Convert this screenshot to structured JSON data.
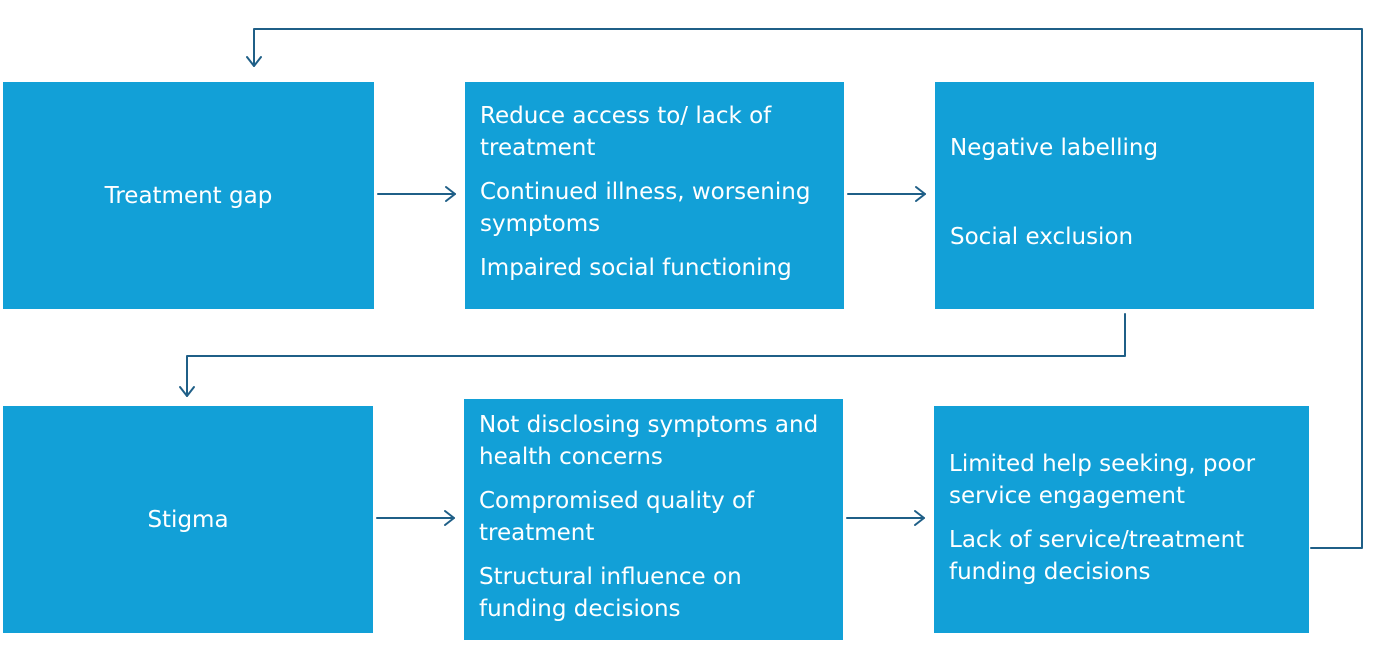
{
  "colors": {
    "box_fill": "#12a0d7",
    "box_text": "#ffffff",
    "connector": "#1f5f87"
  },
  "nodes": {
    "treatment_gap": {
      "label": "Treatment gap"
    },
    "consequences": {
      "items": [
        "Reduce access to/ lack of treatment",
        "Continued illness, worsening symptoms",
        "Impaired social functioning"
      ]
    },
    "labelling": {
      "items": [
        "Negative labelling",
        "Social exclusion"
      ]
    },
    "stigma": {
      "label": "Stigma"
    },
    "disclosure": {
      "items": [
        "Not disclosing symptoms and health concerns",
        "Compromised quality of treatment",
        "Structural influence on funding decisions"
      ]
    },
    "help_seeking": {
      "items": [
        "Limited help seeking, poor service engagement",
        "Lack of service/treatment funding decisions"
      ]
    }
  }
}
